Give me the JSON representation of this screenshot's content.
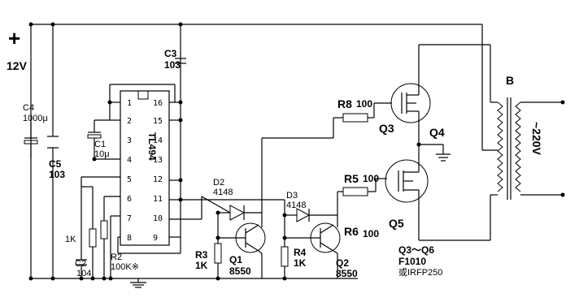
{
  "supply": {
    "plus": "+",
    "voltage": "12V"
  },
  "ic": {
    "name": "TL494",
    "pins_left": [
      "1",
      "2",
      "3",
      "4",
      "5",
      "6",
      "7",
      "8"
    ],
    "pins_right": [
      "16",
      "15",
      "14",
      "13",
      "12",
      "11",
      "10",
      "9"
    ]
  },
  "components": {
    "c3": [
      "C3",
      "103"
    ],
    "c4": [
      "C4",
      "1000μ"
    ],
    "c5": [
      "C5",
      "103"
    ],
    "c1": [
      "C1",
      "10μ"
    ],
    "c2": [
      "C2",
      "104"
    ],
    "r_1k": "1K",
    "r2": [
      "R2",
      "100K※"
    ],
    "d2": [
      "D2",
      "4148"
    ],
    "d3": [
      "D3",
      "4148"
    ],
    "r3": [
      "R3",
      "1K"
    ],
    "r4": [
      "R4",
      "1K"
    ],
    "q1": [
      "Q1",
      "8550"
    ],
    "q2": [
      "Q2",
      "8550"
    ],
    "r8": [
      "R8",
      "100"
    ],
    "r5": [
      "R5",
      "100"
    ],
    "r6": [
      "R6",
      "100"
    ],
    "q3": "Q3",
    "q4": "Q4",
    "q5": "Q5",
    "transformer": "B",
    "output": "~220V",
    "note": [
      "Q3～Q6",
      "F1010",
      "或IRFP250"
    ]
  }
}
